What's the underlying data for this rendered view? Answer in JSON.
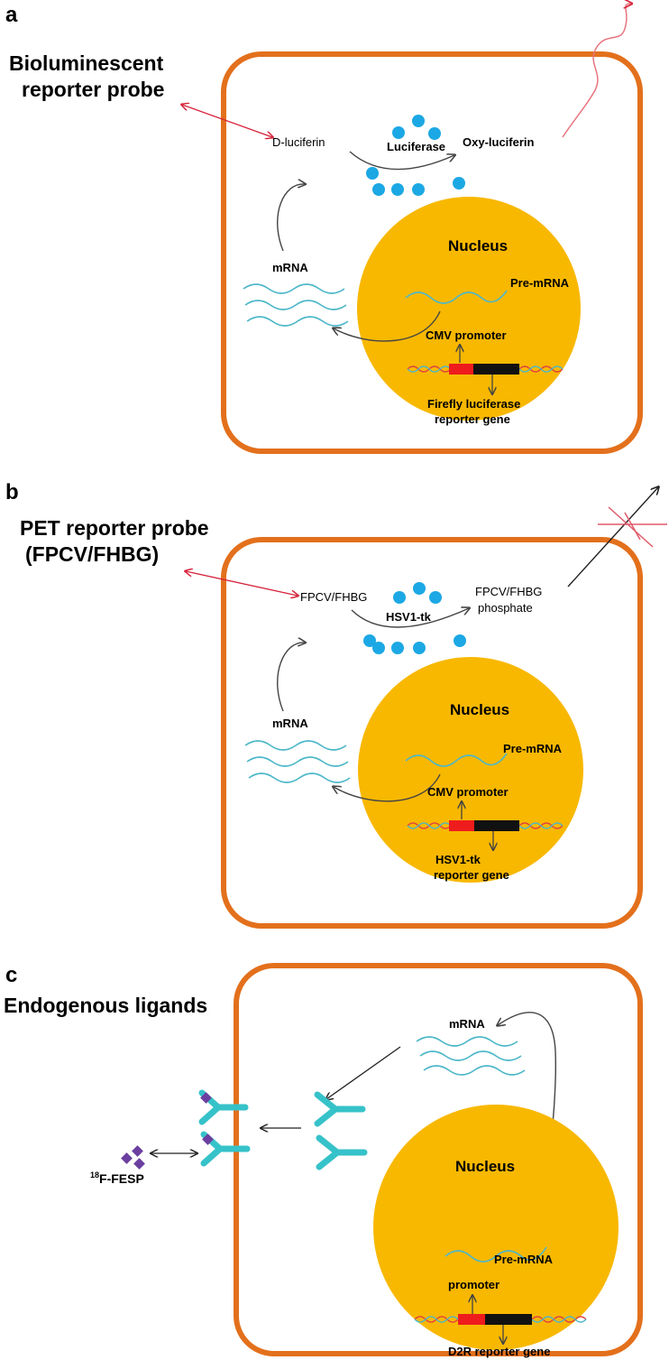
{
  "colors": {
    "cell_border": "#e3701c",
    "nucleus_fill": "#f8b800",
    "enzyme_dot": "#1ca8e4",
    "mrna_wave": "#4cb7c9",
    "promoter_red": "#ee1c1c",
    "gene_black": "#111111",
    "probe_arrow": "#d6223a",
    "receptor": "#36c2c9",
    "ligand": "#6b3fa0"
  },
  "panel_a": {
    "letter": "a",
    "probe_title_line1": "Bioluminescent",
    "probe_title_line2": "reporter probe",
    "substrate": "D-luciferin",
    "enzyme": "Luciferase",
    "product": "Oxy-luciferin",
    "mrna": "mRNA",
    "nucleus": "Nucleus",
    "pre_mrna": "Pre-mRNA",
    "promoter": "CMV promoter",
    "gene_line1": "Firefly luciferase",
    "gene_line2": "reporter gene"
  },
  "panel_b": {
    "letter": "b",
    "probe_title_line1": "PET reporter probe",
    "probe_title_line2": "(FPCV/FHBG)",
    "substrate": "FPCV/FHBG",
    "enzyme": "HSV1-tk",
    "product_line1": "FPCV/FHBG",
    "product_line2": "phosphate",
    "mrna": "mRNA",
    "nucleus": "Nucleus",
    "pre_mrna": "Pre-mRNA",
    "promoter": "CMV promoter",
    "gene_line1": "HSV1-tk",
    "gene_line2": "reporter gene"
  },
  "panel_c": {
    "letter": "c",
    "title": "Endogenous ligands",
    "mrna": "mRNA",
    "nucleus": "Nucleus",
    "pre_mrna": "Pre-mRNA",
    "promoter": "promoter",
    "gene": "D2R reporter gene",
    "ligand_sup": "18",
    "ligand_name": "F-FESP"
  }
}
